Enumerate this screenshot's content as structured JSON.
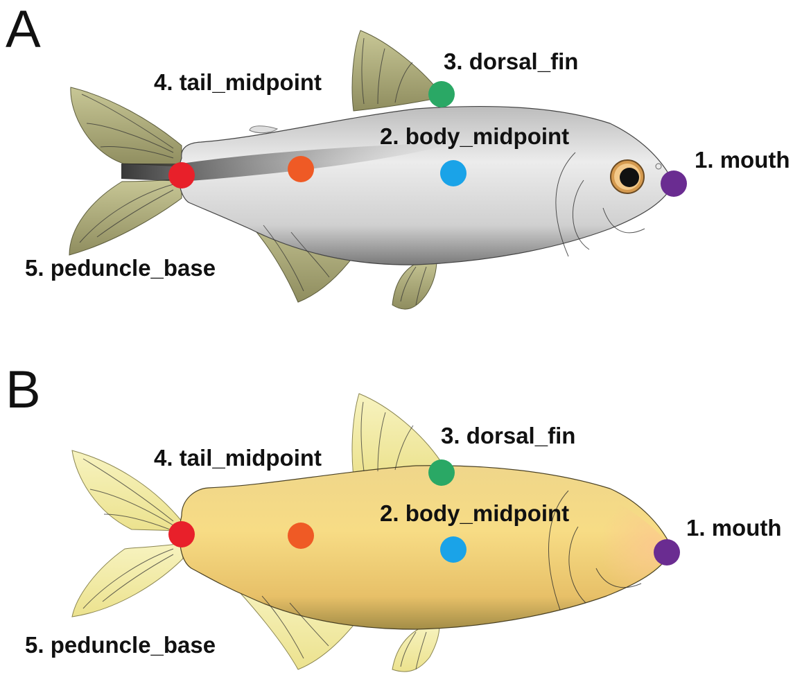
{
  "panels": [
    {
      "letter": "A",
      "style": "grey",
      "labels": {
        "mouth": "1. mouth",
        "body_midpoint": "2. body_midpoint",
        "dorsal_fin": "3. dorsal_fin",
        "tail_midpoint": "4. tail_midpoint",
        "peduncle_base": "5. peduncle_base"
      }
    },
    {
      "letter": "B",
      "style": "yellow",
      "labels": {
        "mouth": "1. mouth",
        "body_midpoint": "2. body_midpoint",
        "dorsal_fin": "3. dorsal_fin",
        "tail_midpoint": "4. tail_midpoint",
        "peduncle_base": "5. peduncle_base"
      }
    }
  ],
  "landmark_colors": {
    "mouth": "#6a2c91",
    "body_midpoint": "#1aa3e8",
    "dorsal_fin": "#2aa865",
    "tail_midpoint": "#ef5a25",
    "peduncle_base": "#e8202a"
  },
  "palettes": {
    "grey": {
      "body_light": "#f2f2f2",
      "body_mid": "#d6d6d6",
      "body_dark": "#6a6a6a",
      "fin": "#bfbf8a",
      "fin_dark": "#8a8a5c",
      "stripe": "#1a1a1a"
    },
    "yellow": {
      "body_light": "#fbe9a6",
      "body_mid": "#f2cf75",
      "body_dark": "#9a8a45",
      "fin": "#f4efaa",
      "fin_dark": "#d8d07a",
      "stripe": "none"
    }
  }
}
